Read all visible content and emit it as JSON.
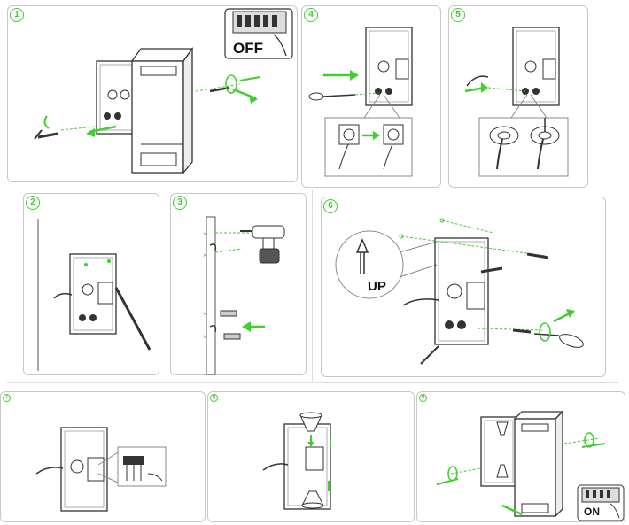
{
  "steps": {
    "s1": "1",
    "s2": "2",
    "s3": "3",
    "s4": "4",
    "s5": "5",
    "s6": "6",
    "s7": "7",
    "s8": "8",
    "s9": "9"
  },
  "labels": {
    "off": "OFF",
    "on": "ON",
    "up": "UP"
  },
  "colors": {
    "accent": "#3fcf2e",
    "line": "#333333",
    "panel_border": "#c8c8c8"
  }
}
